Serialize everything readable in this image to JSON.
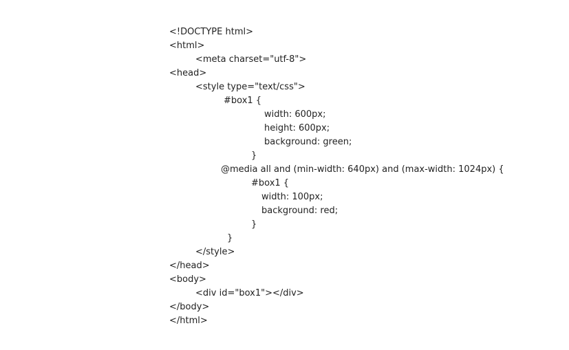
{
  "code": {
    "lines": [
      "<!DOCTYPE html>",
      "<html>",
      "<meta charset=\"utf-8\">",
      "<head>",
      "<style type=\"text/css\">",
      "#box1 {",
      "width: 600px;",
      "height: 600px;",
      "background: green;",
      "}",
      "@media all and (min-width: 640px) and (max-width: 1024px) {",
      "#box1 {",
      "width: 100px;",
      "background: red;",
      "}",
      "}",
      "</style>",
      "</head>",
      "<body>",
      "<div id=\"box1\"></div>",
      "</body>",
      "</html>"
    ]
  }
}
